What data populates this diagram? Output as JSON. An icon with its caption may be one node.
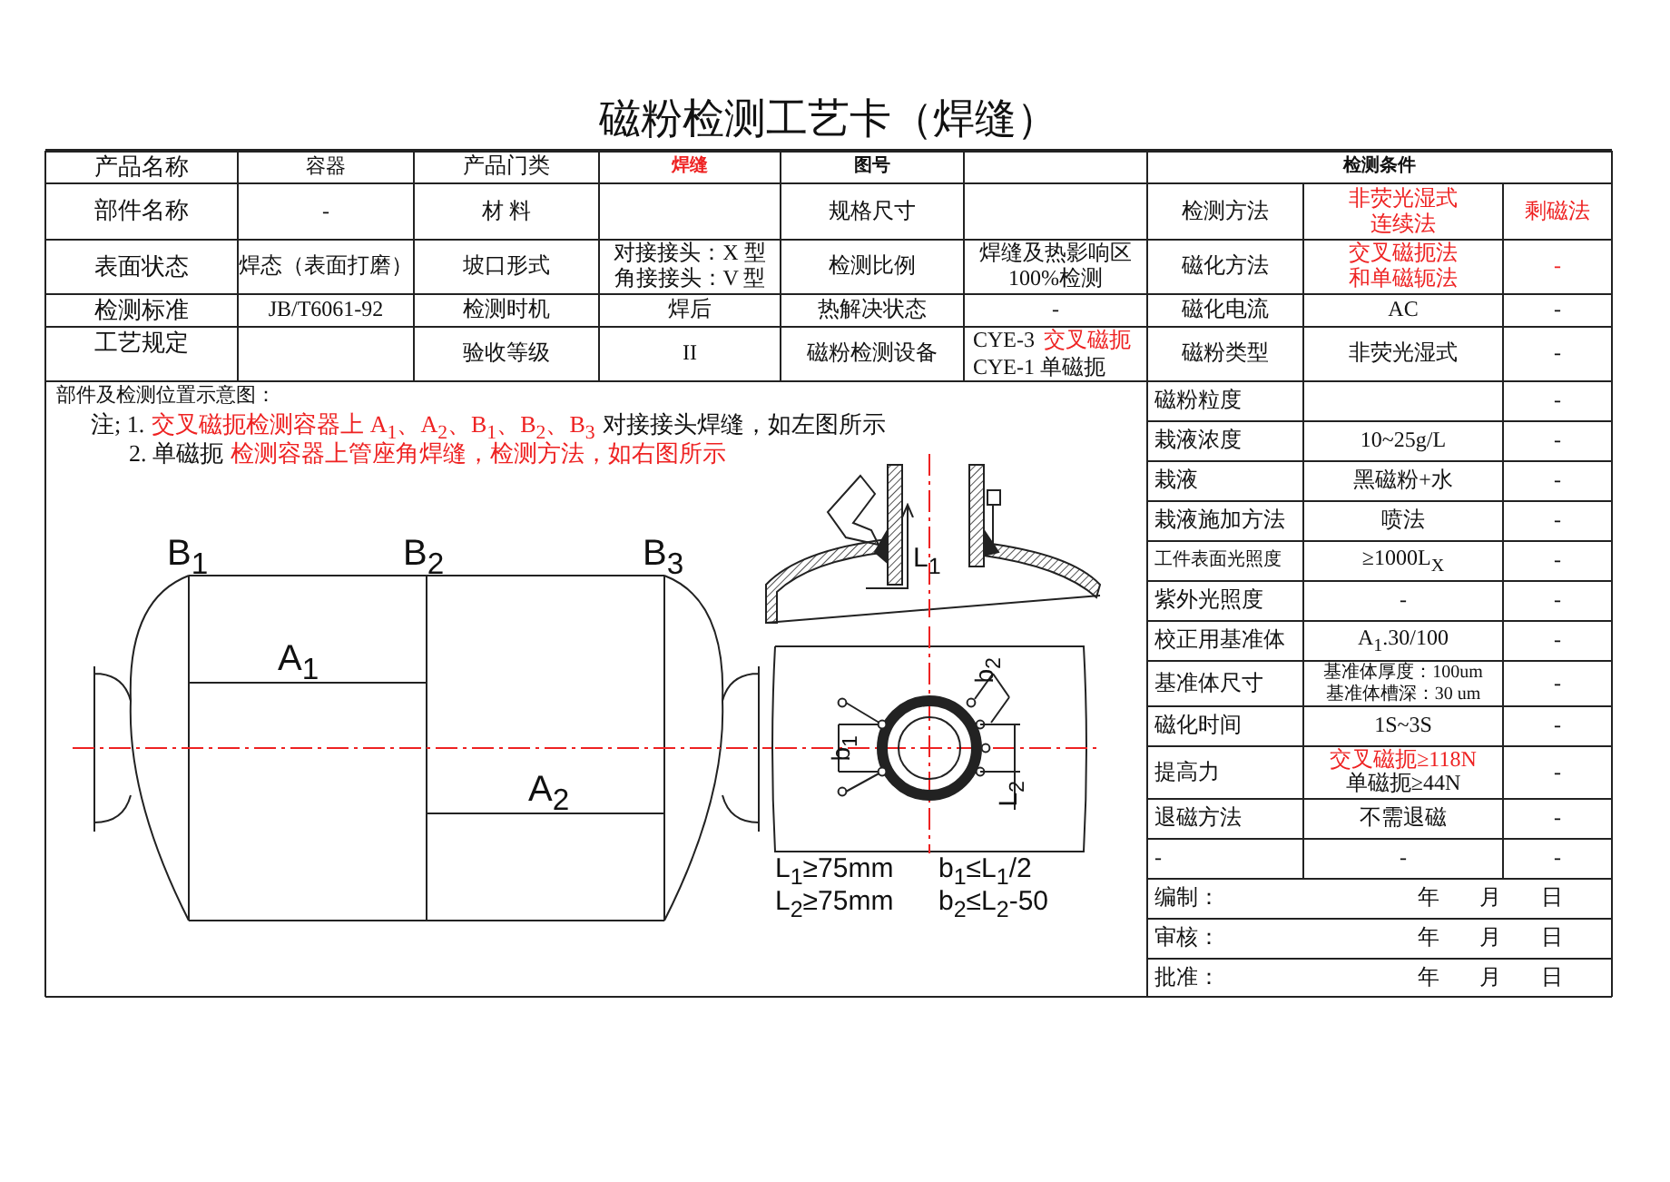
{
  "diagram": {
    "title": "磁粉检测工艺卡（焊缝）",
    "labels": [
      "产品名称",
      "容器",
      "产品门类",
      "焊缝",
      "图号",
      "检测条件",
      "部件名称",
      "-",
      "材 料",
      "规格尺寸",
      "检测方法",
      "非荧光湿式连续法",
      "剩磁法",
      "表面状态",
      "焊态（表面打磨）",
      "坡口形式",
      "对接接头：X 型角接接头：V 型",
      "检测比例",
      "焊缝及热影响区100%检测",
      "磁化方法",
      "交叉磁扼法和单磁轭法",
      "-",
      "检测标准",
      "JB/T6061-92",
      "检测时机",
      "焊后",
      "热解决状态",
      "-",
      "磁化电流",
      "AC",
      "-",
      "工艺规定",
      "验收等级",
      "II",
      "磁粉检测设备",
      "CYE-3",
      "交叉磁扼",
      "CYE-1 单磁扼",
      "磁粉类型",
      "非荧光湿式",
      "-",
      "磁粉粒度",
      "-",
      "栽液浓度",
      "10~25g/L",
      "-",
      "栽液",
      "黑磁粉+水",
      "-",
      "栽液施加方法",
      "喷法",
      "-",
      "工件表面光照度",
      "≥1000L$_{X}$",
      "-",
      "紫外光照度",
      "-",
      "-",
      "校正用基准体",
      "A$_{1}$.30/100",
      "-",
      "基准体尺寸",
      "基准体厚度：100um基准体槽深：30 um",
      "-",
      "磁化时间",
      "1S~3S",
      "-",
      "提高力",
      "交叉磁扼≥118N",
      "单磁扼≥44N",
      "-",
      "退磁方法",
      "不需退磁",
      "-",
      "-",
      "-",
      "-",
      "编制：",
      "年",
      "月",
      "日",
      "审核：",
      "年",
      "月",
      "日",
      "批准：",
      "年",
      "月",
      "日",
      "部件及检测位置示意图：",
      "注; 1.",
      "交叉磁扼检测容器上 A$_{1}$、A$_{2}$、B$_{1}$、B$_{2}$、B$_{3}$",
      "对接接头焊缝，如左图所示",
      "2. 单磁扼",
      "检测容器上管座角焊缝，检测方法，如右图所示",
      "B$_{1}$",
      "B$_{2}$",
      "B$_{3}$",
      "A$_{1}$",
      "A$_{2}$",
      "L$_{1}$",
      "b$_{2}$",
      "b$_{1}$",
      "L$_{2}$",
      "L$_{1}$≥75mm",
      "b$_{1}$≤L$_{1}$/2",
      "L$_{2}$≥75mm",
      "b$_{2}$≤L$_{2}$-50"
    ]
  }
}
